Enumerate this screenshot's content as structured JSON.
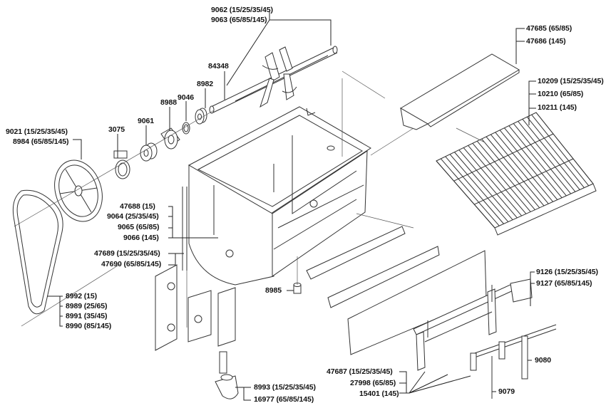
{
  "labels": {
    "shaft_top": [
      "9062 (15/25/35/45)",
      "9063 (65/85/145)"
    ],
    "pin": "84348",
    "bearing_a": "8982",
    "ring": "9046",
    "flange": "8988",
    "collar": "9061",
    "clamp": "3075",
    "pulley": [
      "9021 (15/25/35/45)",
      "8984 (65/85/145)"
    ],
    "trough": [
      "47685 (65/85)",
      "47686 (145)"
    ],
    "grate": [
      "10209 (15/25/35/45)",
      "10210 (65/85)",
      "10211 (145)"
    ],
    "tank": [
      "47688 (15)",
      "9064 (25/35/45)",
      "9065 (65/85)",
      "9066 (145)"
    ],
    "post": [
      "47689 (15/25/35/45)",
      "47690 (65/85/145)"
    ],
    "plug": "8985",
    "belt": [
      "8992 (15)",
      "8989 (25/65)",
      "8991 (35/45)",
      "8990 (85/145)"
    ],
    "frame": [
      "9126 (15/25/35/45)",
      "9127 (65/85/145)"
    ],
    "rod": "9080",
    "brackets": [
      "47687 (15/25/35/45)",
      "27998 (65/85)",
      "15401 (145)"
    ],
    "bar": "9079",
    "drain": [
      "8993 (15/25/35/45)",
      "16977 (65/85/145)"
    ]
  }
}
